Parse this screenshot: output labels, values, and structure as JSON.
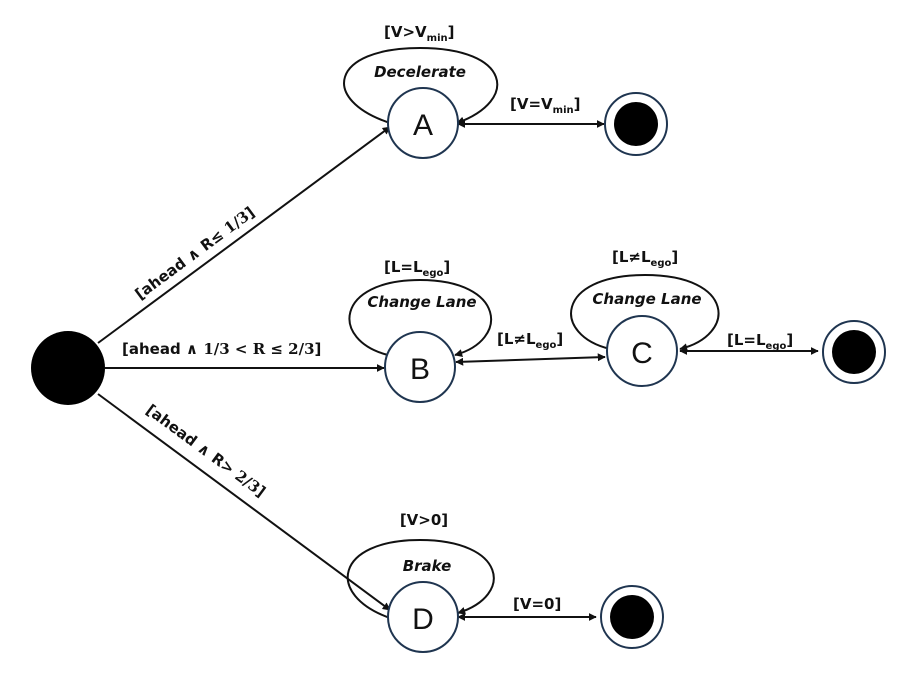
{
  "states": {
    "A": "A",
    "B": "B",
    "C": "C",
    "D": "D"
  },
  "transitions": {
    "to_a": {
      "base": "[ahead ∧ R≤ ",
      "frac": "1/3",
      "close": "]"
    },
    "to_b": {
      "base": "[ahead ∧ ",
      "math": "1/3 < R ≤ 2/3",
      "close": "]"
    },
    "to_d": {
      "base": "[ahead ∧ R> ",
      "frac": "2/3",
      "close": "]"
    },
    "a_self": {
      "guard_pre": "[V>V",
      "guard_sub": "min",
      "guard_post": "]",
      "action": "Decelerate"
    },
    "a_final": {
      "pre": "[V=V",
      "sub": "min",
      "post": "]"
    },
    "b_self": {
      "guard_pre": "[L=L",
      "guard_sub": "ego",
      "guard_post": "]",
      "action": "Change Lane"
    },
    "b_c": {
      "pre": "[L≠L",
      "sub": "ego",
      "post": "]"
    },
    "c_self": {
      "guard_pre": "[L≠L",
      "guard_sub": "ego",
      "guard_post": "]",
      "action": "Change Lane"
    },
    "c_final": {
      "pre": "[L=L",
      "sub": "ego",
      "post": "]"
    },
    "d_self": {
      "guard": "[V>0]",
      "action": "Brake"
    },
    "d_final": {
      "label": "[V=0]"
    }
  }
}
